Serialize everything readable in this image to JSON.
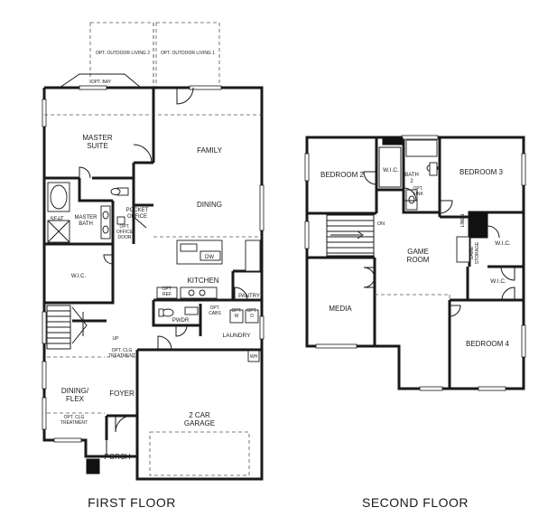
{
  "floors": {
    "first": "FIRST FLOOR",
    "second": "SECOND FLOOR"
  },
  "first_floor": {
    "opt_outdoor_living_2": "OPT. OUTDOOR LIVING 2",
    "opt_outdoor_living_1": "OPT. OUTDOOR LIVING 1",
    "opt_bay": "OPT. BAY",
    "master_suite": [
      "MASTER",
      "SUITE"
    ],
    "family": "FAMILY",
    "dining": "DINING",
    "pocket_office": [
      "POCKET",
      "OFFICE"
    ],
    "opt_office_door": [
      "OPT.",
      "OFFICE",
      "DOOR"
    ],
    "seat": "SEAT",
    "master_bath": [
      "MASTER",
      "BATH"
    ],
    "wic": "W.I.C.",
    "dw": "DW",
    "kitchen": "KITCHEN",
    "opt_ref": [
      "OPT.",
      "REF"
    ],
    "pantry": "PANTRY",
    "opt_cabs": [
      "OPT.",
      "CABS"
    ],
    "opt_w": [
      "OPT.",
      "W"
    ],
    "opt_d": [
      "OPT.",
      "D"
    ],
    "pwdr": "PWDR",
    "laundry": "LAUNDRY",
    "up": "UP",
    "wh": "WH",
    "opt_clg_treatment_upper": [
      "OPT. CLG",
      "TREATMENT"
    ],
    "dining_flex": [
      "DINING/",
      "FLEX"
    ],
    "foyer": "FOYER",
    "opt_clg_treatment_lower": [
      "OPT. CLG",
      "TREATMENT"
    ],
    "garage": [
      "2 CAR",
      "GARAGE"
    ],
    "porch": "PORCH"
  },
  "second_floor": {
    "bedroom_2": "BEDROOM 2",
    "wic_2": "W.I.C.",
    "bath_2": [
      "BATH",
      "2"
    ],
    "opt_sink": [
      "OPT.",
      "SINK"
    ],
    "bedroom_3": "BEDROOM 3",
    "on": "ON",
    "game_room": [
      "GAME",
      "ROOM"
    ],
    "linen": "LINEN",
    "game_storage": [
      "GAME",
      "STORAGE"
    ],
    "wic_3": "W.I.C.",
    "media": "MEDIA",
    "wic_4": "W.I.C.",
    "bedroom_4": "BEDROOM 4"
  }
}
